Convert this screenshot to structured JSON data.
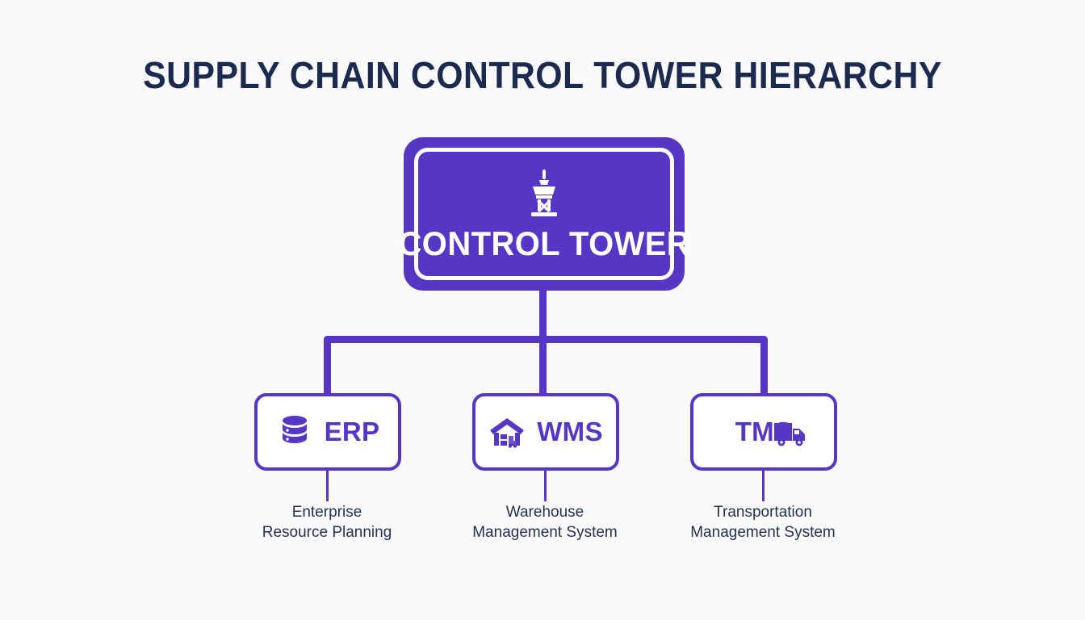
{
  "diagram": {
    "title": "SUPPLY CHAIN CONTROL TOWER HIERARCHY",
    "background_color": "#fafafc",
    "accent_color": "#5636c4",
    "title_color": "#1b2a4e",
    "caption_color": "#24324f",
    "root": {
      "label": "CONTROL TOWER",
      "icon": "control-tower-icon",
      "fill_color": "#5636c4",
      "text_color": "#ffffff"
    },
    "children": [
      {
        "label": "ERP",
        "icon": "database-icon",
        "caption_line1": "Enterprise",
        "caption_line2": "Resource Planning"
      },
      {
        "label": "WMS",
        "icon": "warehouse-icon",
        "caption_line1": "Warehouse",
        "caption_line2": "Management System"
      },
      {
        "label": "TMS",
        "icon": "truck-icon",
        "caption_line1": "Transportation",
        "caption_line2": "Management System"
      }
    ]
  }
}
